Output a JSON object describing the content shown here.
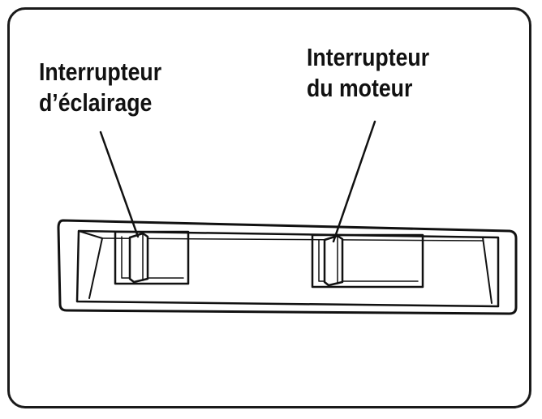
{
  "labels": {
    "light_switch": {
      "line1": "Interrupteur",
      "line2": "d’éclairage"
    },
    "motor_switch": {
      "line1": "Interrupteur",
      "line2": "du moteur"
    }
  },
  "colors": {
    "ink": "#111111",
    "background": "#ffffff"
  }
}
